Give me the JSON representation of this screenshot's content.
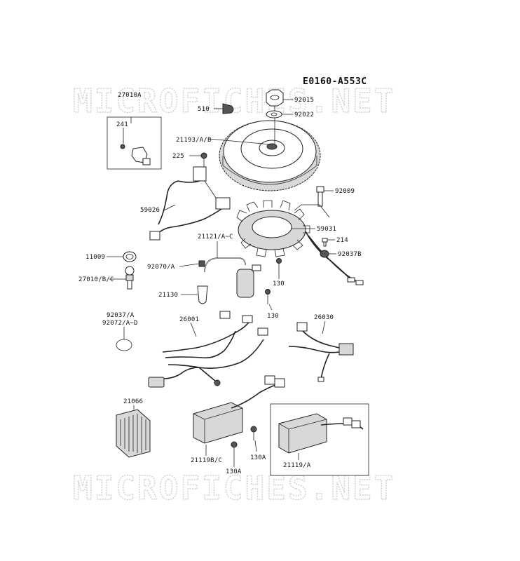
{
  "diagram": {
    "code": "E0160-A553C",
    "watermark_top": "MICROFICHES.NET",
    "watermark_bottom": "MICROFICHES.NET"
  },
  "labels": {
    "l27010a": "27010A",
    "l241": "241",
    "l510": "510",
    "l92015": "92015",
    "l92022": "92022",
    "l21193": "21193/A/B",
    "l225": "225",
    "l92009": "92009",
    "l59026": "59026",
    "l59031": "59031",
    "l214": "214",
    "l92037b": "92037B",
    "l21121": "21121/A~C",
    "l11009": "11009",
    "l92070": "92070/A",
    "l27010bc": "27010/B/C",
    "l130a1": "130",
    "l21130": "21130",
    "l130b": "130",
    "l92037a": "92037/A",
    "l92072": "92072/A~D",
    "l26001": "26001",
    "l26030": "26030",
    "l21066": "21066",
    "l130a2": "130A",
    "l21119bc": "21119B/C",
    "l130a3": "130A",
    "l21119a": "21119/A"
  }
}
